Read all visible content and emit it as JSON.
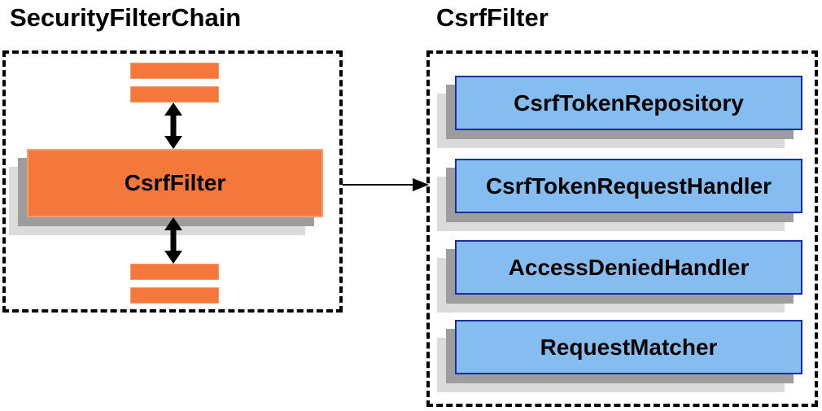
{
  "titles": {
    "left": "SecurityFilterChain",
    "right": "CsrfFilter"
  },
  "left_panel": {
    "filter_label": "CsrfFilter"
  },
  "right_panel": {
    "components": [
      "CsrfTokenRepository",
      "CsrfTokenRequestHandler",
      "AccessDeniedHandler",
      "RequestMatcher"
    ]
  },
  "colors": {
    "orange_fill": "#F4783B",
    "blue_fill": "#85BDF0",
    "blue_border": "#1C2E9E",
    "shadow_dark": "#9D9D9D",
    "shadow_light": "#DBDBDB",
    "outline": "#000000"
  }
}
